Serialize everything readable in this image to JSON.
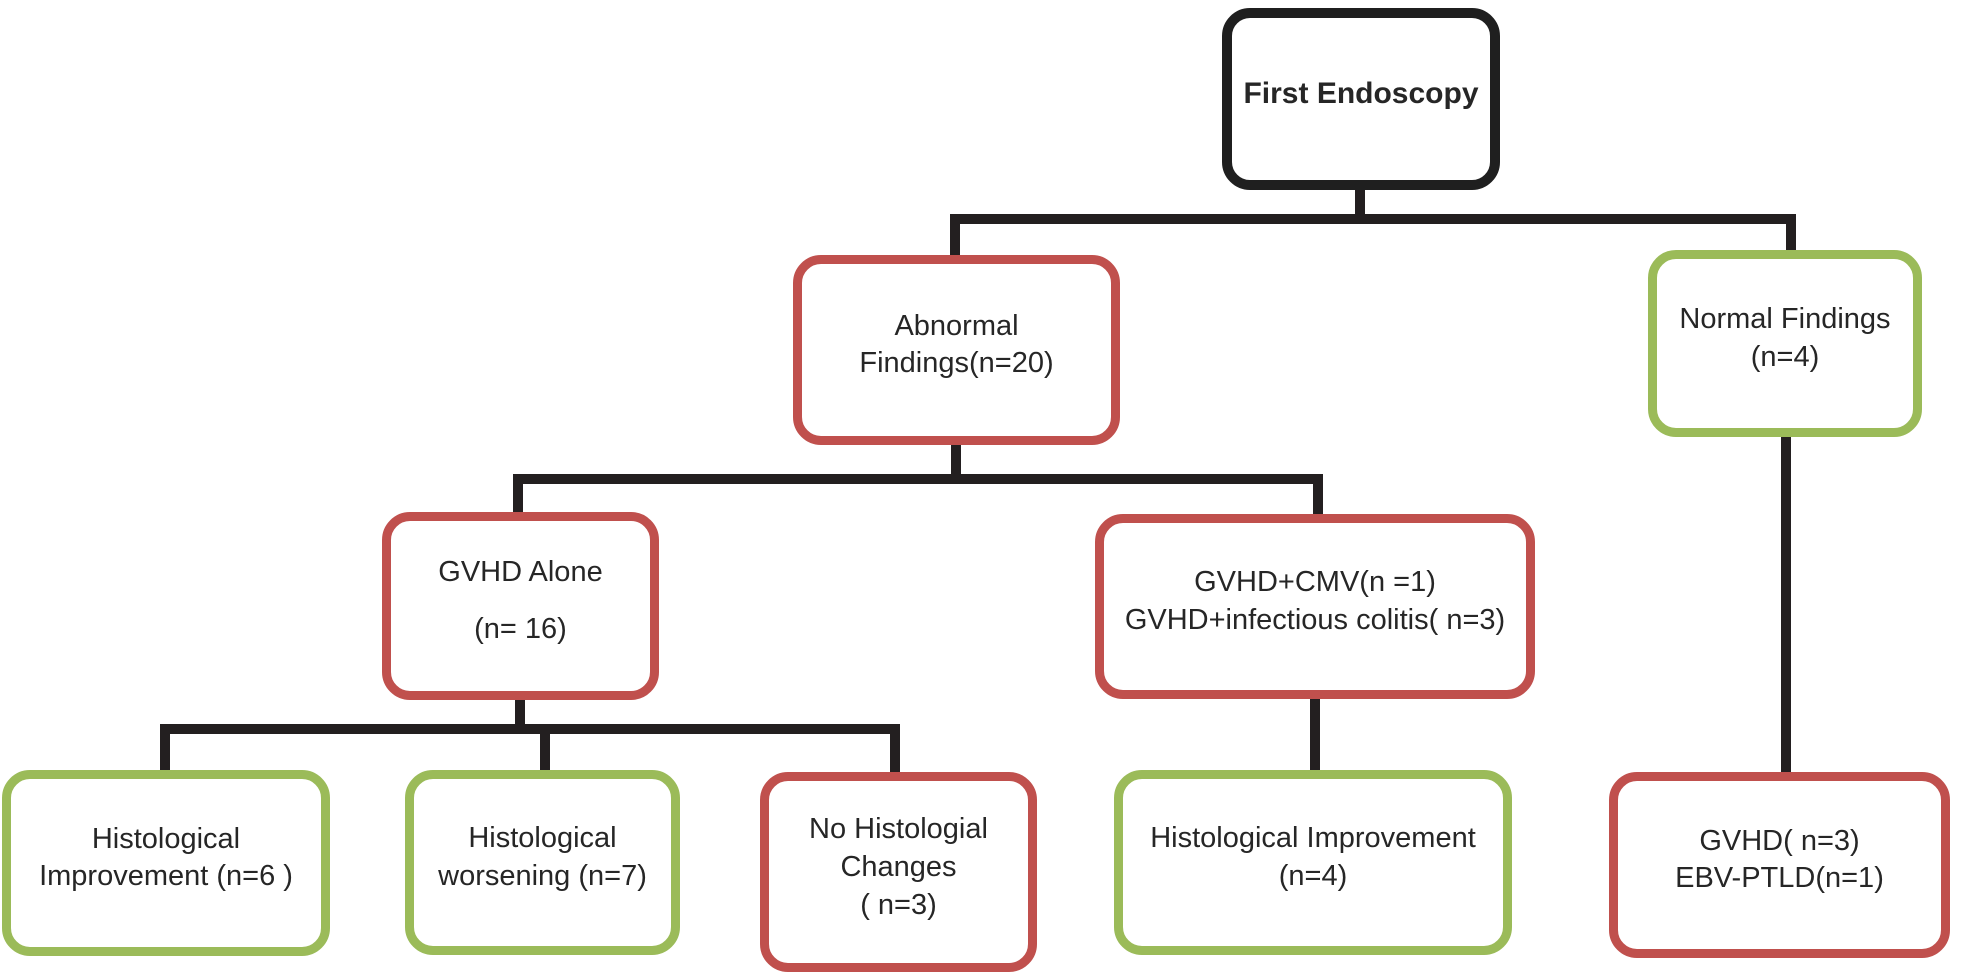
{
  "diagram": {
    "title": "First Endoscopy outcomes flowchart",
    "colors": {
      "abnormal_pathway_red": "#c0504d",
      "normal_improvement_green": "#9bbb59",
      "connector_black": "#231f20",
      "root_border_black": "#1f1f1f",
      "text": "#262626"
    },
    "nodes": {
      "first_endoscopy": {
        "label": "First Endoscopy",
        "border": "black"
      },
      "abnormal": {
        "label": "Abnormal\nFindings(n=20)",
        "border": "red"
      },
      "normal": {
        "label": "Normal Findings\n(n=4)",
        "border": "green"
      },
      "gvhd_alone": {
        "label": "GVHD Alone\n(n= 16)",
        "border": "red"
      },
      "gvhd_cmv": {
        "label": "GVHD+CMV(n =1)\nGVHD+infectious colitis( n=3)",
        "border": "red"
      },
      "hist_improvement_6": {
        "label": "Histological\nImprovement (n=6 )",
        "border": "green"
      },
      "hist_worsening_7": {
        "label": "Histological\nworsening (n=7)",
        "border": "green"
      },
      "no_hist_changes_3": {
        "label": "No Histologial\nChanges\n( n=3)",
        "border": "red"
      },
      "hist_improvement_4": {
        "label": "Histological Improvement\n(n=4)",
        "border": "green"
      },
      "gvhd_ebv": {
        "label": "GVHD( n=3)\nEBV-PTLD(n=1)",
        "border": "red"
      }
    },
    "edges": [
      [
        "first_endoscopy",
        "abnormal"
      ],
      [
        "first_endoscopy",
        "normal"
      ],
      [
        "abnormal",
        "gvhd_alone"
      ],
      [
        "abnormal",
        "gvhd_cmv"
      ],
      [
        "gvhd_alone",
        "hist_improvement_6"
      ],
      [
        "gvhd_alone",
        "hist_worsening_7"
      ],
      [
        "gvhd_alone",
        "no_hist_changes_3"
      ],
      [
        "gvhd_cmv",
        "hist_improvement_4"
      ],
      [
        "normal",
        "gvhd_ebv"
      ]
    ]
  }
}
